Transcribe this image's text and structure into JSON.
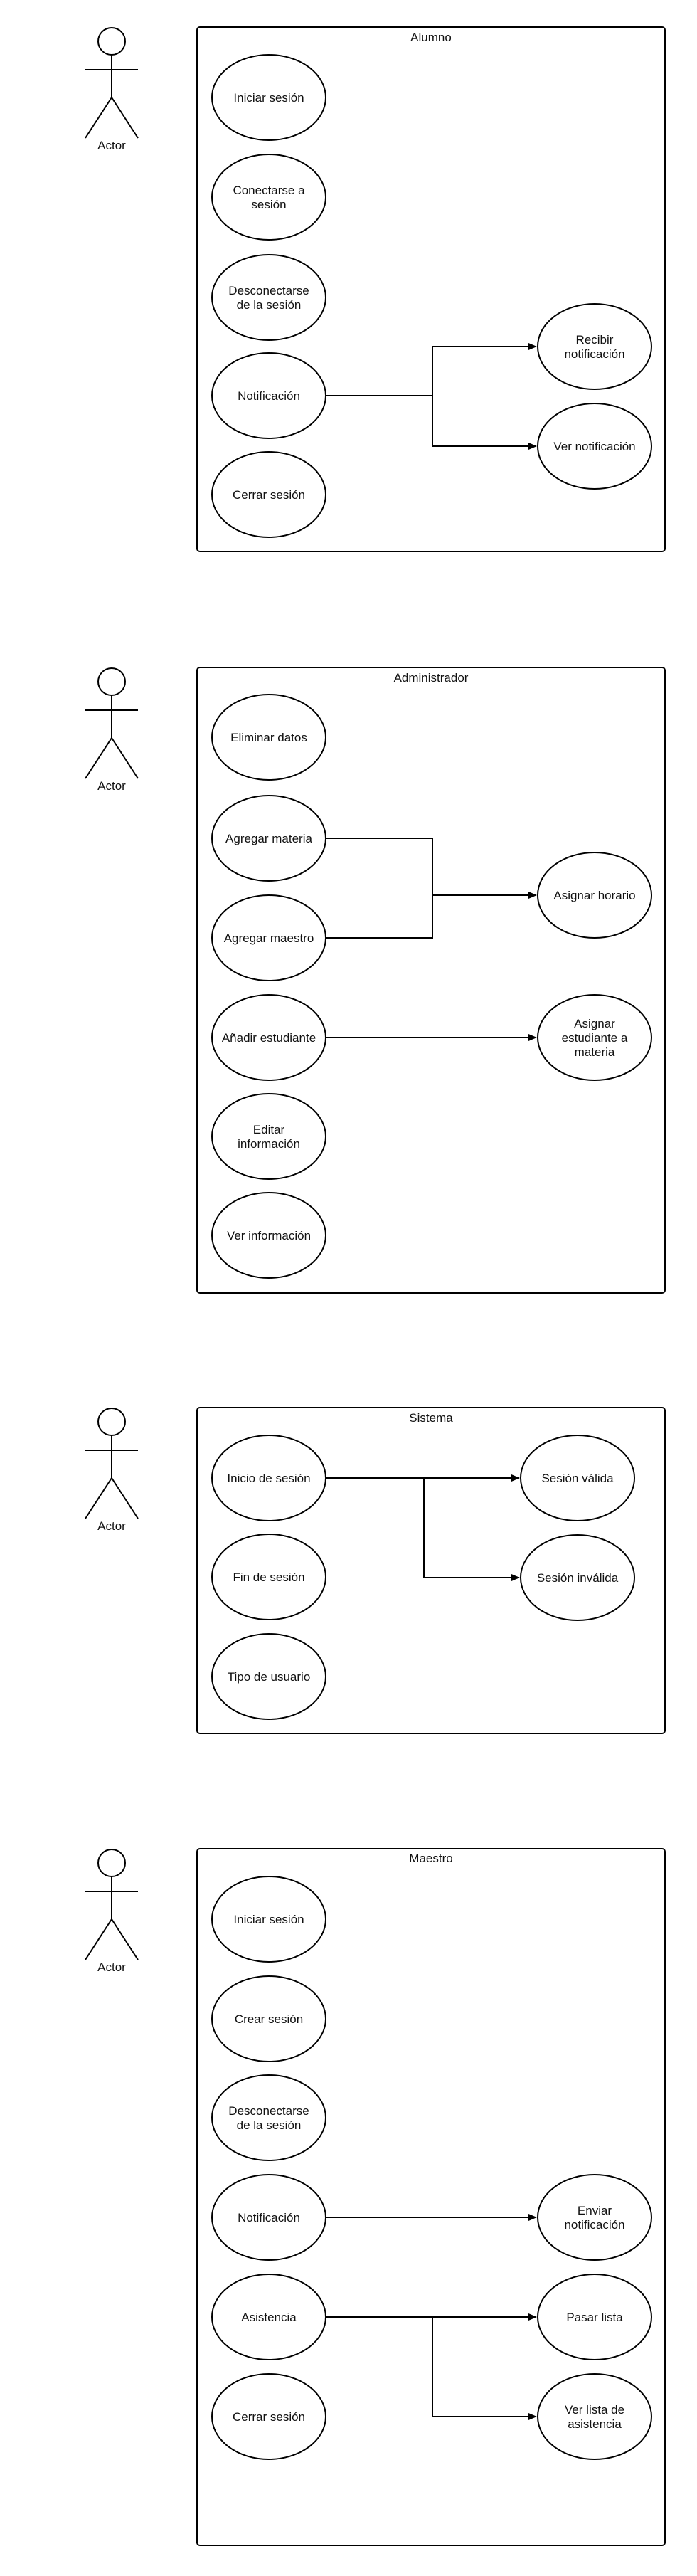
{
  "diagrams": [
    {
      "system_title": "Alumno",
      "actor_label": "Actor",
      "use_cases": [
        [
          "Iniciar sesión"
        ],
        [
          "Conectarse a",
          "sesión"
        ],
        [
          "Desconectarse",
          "de la sesión"
        ],
        [
          "Notificación"
        ],
        [
          "Cerrar sesión"
        ],
        [
          "Recibir",
          "notificación"
        ],
        [
          "Ver notificación"
        ]
      ]
    },
    {
      "system_title": "Administrador",
      "actor_label": "Actor",
      "use_cases": [
        [
          "Eliminar datos"
        ],
        [
          "Agregar materia"
        ],
        [
          "Agregar maestro"
        ],
        [
          "Añadir estudiante"
        ],
        [
          "Editar",
          "información"
        ],
        [
          "Ver información"
        ],
        [
          "Asignar horario"
        ],
        [
          "Asignar",
          "estudiante a",
          "materia"
        ]
      ]
    },
    {
      "system_title": "Sistema",
      "actor_label": "Actor",
      "use_cases": [
        [
          "Inicio de sesión"
        ],
        [
          "Fin de sesión"
        ],
        [
          "Tipo de usuario"
        ],
        [
          "Sesión válida"
        ],
        [
          "Sesión inválida"
        ]
      ]
    },
    {
      "system_title": "Maestro",
      "actor_label": "Actor",
      "use_cases": [
        [
          "Iniciar sesión"
        ],
        [
          "Crear sesión"
        ],
        [
          "Desconectarse",
          "de la sesión"
        ],
        [
          "Notificación"
        ],
        [
          "Asistencia"
        ],
        [
          "Cerrar sesión"
        ],
        [
          "Enviar",
          "notificación"
        ],
        [
          "Pasar lista"
        ],
        [
          "Ver lista de",
          "asistencia"
        ]
      ]
    }
  ]
}
